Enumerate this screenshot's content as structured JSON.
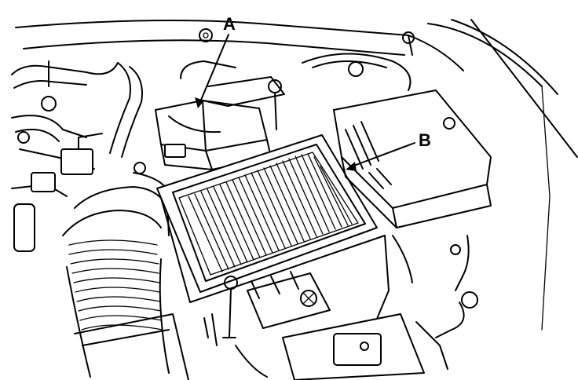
{
  "callouts": [
    {
      "id": "a",
      "label": "A"
    },
    {
      "id": "b",
      "label": "B"
    }
  ],
  "colors": {
    "line": "#000000",
    "background": "#ffffff"
  }
}
